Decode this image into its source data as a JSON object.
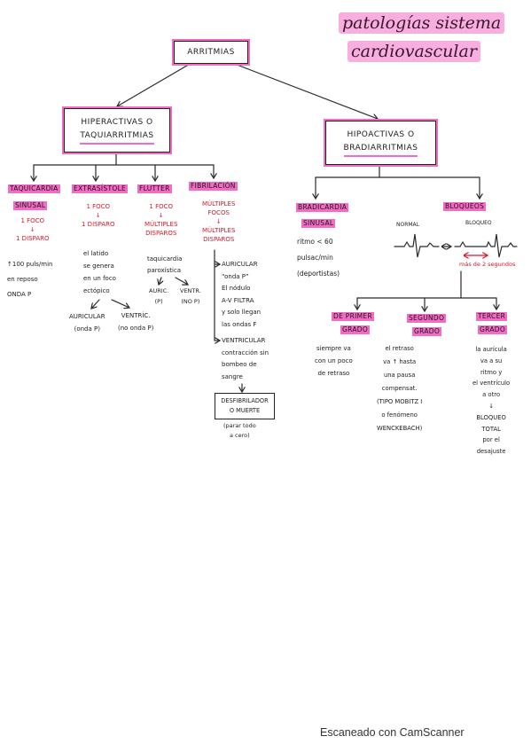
{
  "title": {
    "line1": "patologías sistema",
    "line2": "cardiovascular"
  },
  "root": "ARRITMIAS",
  "colors": {
    "highlight": "#f36cc4",
    "red_ink": "#d7182a",
    "ink": "#1e1b1f"
  },
  "taquiarritmias": {
    "heading_line1": "HIPERACTIVAS O",
    "heading_line2": "TAQUIARRITMIAS",
    "types": [
      {
        "name": "TAQUICARDIA",
        "name_line2": "SINUSAL",
        "mechanism": "1 FOCO\n↓\n1 DISPARO",
        "notes": "↑100 puls/min\nen reposo\nONDA P"
      },
      {
        "name": "EXTRASÍSTOLE",
        "mechanism": "1 FOCO\n↓\n1 DISPARO",
        "notes": "el latido\nse genera\nen un foco\nectópico",
        "branches": [
          "AURICULAR\n(onda P)",
          "VENTRÍC.\n(no onda P)"
        ]
      },
      {
        "name": "FLUTTER",
        "mechanism": "1 FOCO\n↓\nMÚLTIPLES\nDISPAROS",
        "notes": "taquicardia\nparoxística",
        "branches": [
          "AURIC.\n(P)",
          "VENTR.\n(NO P)"
        ]
      },
      {
        "name": "FIBRILACIÓN",
        "mechanism": "MÚLTIPLES\nFOCOS\n↓\nMÚLTIPLES\nDISPAROS",
        "branches": [
          "AURICULAR\n“onda P”\nEl nódulo\nA-V FILTRA\ny solo llegan\nlas ondas F",
          "VENTRICULAR\ncontracción sin\nbombeo de\nsangre"
        ],
        "outcome": "DESFIBRILADOR\nO MUERTE",
        "outcome_note": "(parar todo\na cero)"
      }
    ]
  },
  "bradiarritmias": {
    "heading_line1": "HIPOACTIVAS O",
    "heading_line2": "BRADIARRITMIAS",
    "bradicardia": {
      "name": "BRADICARDIA",
      "name_line2": "SINUSAL",
      "notes": "ritmo < 60\npulsac/min\n(deportistas)"
    },
    "bloqueos": {
      "name": "BLOQUEOS",
      "ecg_normal_label": "NORMAL",
      "ecg_block_label": "BLOQUEO",
      "interval_note": "más de 2 segundos",
      "grades": [
        {
          "name": "DE PRIMER",
          "name_line2": "GRADO",
          "notes": "siempre va\ncon un poco\nde retraso"
        },
        {
          "name": "SEGUNDO",
          "name_line2": "GRADO",
          "notes": "el retraso\nva ↑ hasta\nuna pausa\ncompensat.\n(TIPO MOBITZ I\no fenómeno\nWENCKEBACH)"
        },
        {
          "name": "TERCER",
          "name_line2": "GRADO",
          "notes": "la aurícula\nva a su\nritmo y\nel ventrículo\na otro\n↓\nBLOQUEO\nTOTAL\npor el\ndesajuste"
        }
      ]
    }
  },
  "footer": "Escaneado con CamScanner"
}
